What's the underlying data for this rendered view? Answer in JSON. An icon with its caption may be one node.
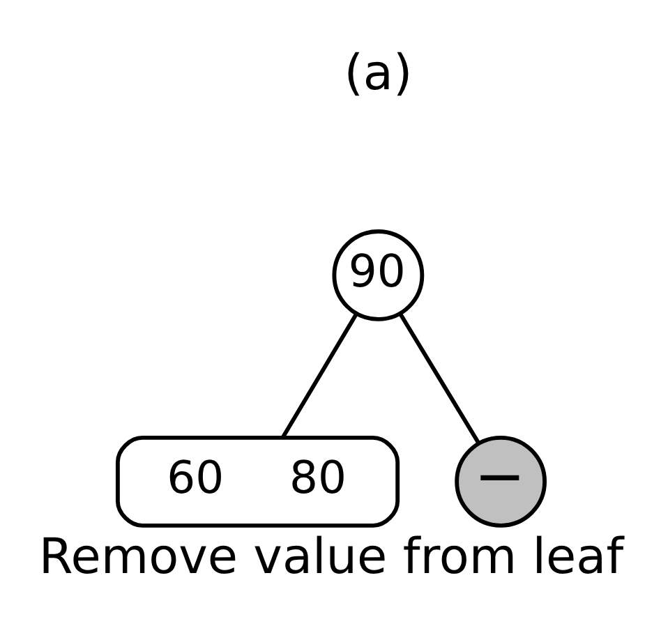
{
  "diagram": {
    "title": "(a)",
    "caption": "Remove value from leaf",
    "nodes": [
      {
        "text": [
          "90"
        ]
      },
      {
        "text": [
          "60",
          "80"
        ]
      },
      {
        "text": [
          "−"
        ]
      }
    ],
    "edges": [
      {
        "from": 0,
        "to": 1,
        "arrow": "none"
      },
      {
        "from": 0,
        "to": 2,
        "arrow": "none"
      }
    ]
  }
}
